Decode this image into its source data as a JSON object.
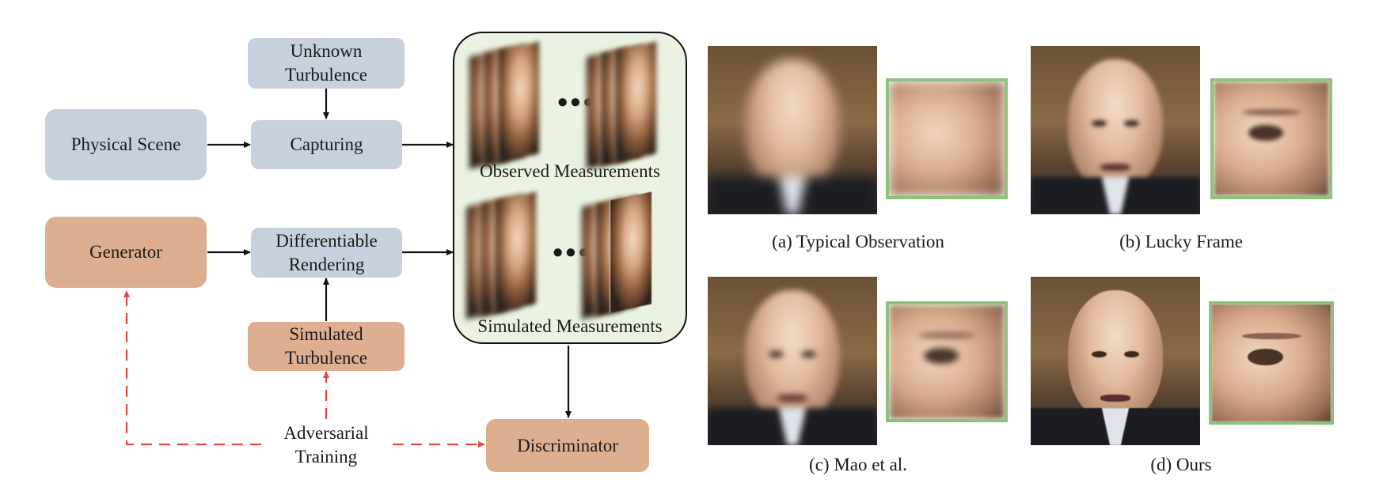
{
  "diagram": {
    "nodes": {
      "unknown_turbulence": "Unknown\nTurbulence",
      "physical_scene": "Physical Scene",
      "capturing": "Capturing",
      "generator": "Generator",
      "differentiable_rendering": "Differentiable\nRendering",
      "simulated_turbulence": "Simulated\nTurbulence",
      "adversarial_training": "Adversarial\nTraining",
      "discriminator": "Discriminator"
    },
    "panel": {
      "observed_caption": "Observed Measurements",
      "simulated_caption": "Simulated Measurements",
      "ellipsis": "•••"
    },
    "colors": {
      "gray_node": "#c7d0dd",
      "tan_node": "#ddae90",
      "panel_bg": "#eaf3e2",
      "adversarial_arrow": "#e8473e",
      "crop_border": "#8cc27c"
    }
  },
  "comparison": {
    "captions": {
      "a": "(a) Typical Observation",
      "b": "(b) Lucky Frame",
      "c": "(c) Mao et al.",
      "d": "(d) Ours"
    }
  }
}
